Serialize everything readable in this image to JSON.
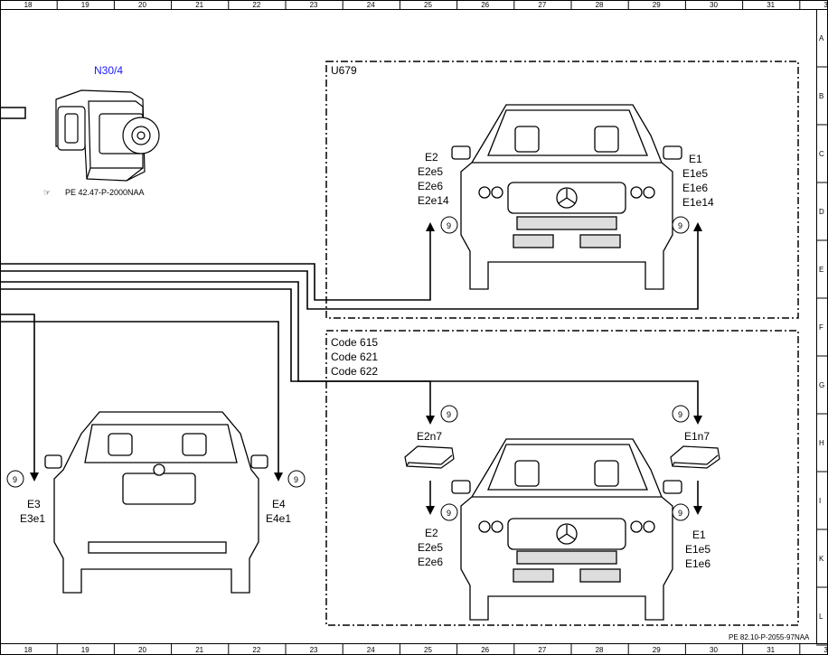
{
  "columns": [
    "18",
    "19",
    "20",
    "21",
    "22",
    "23",
    "24",
    "25",
    "26",
    "27",
    "28",
    "29",
    "30",
    "31",
    "32"
  ],
  "rows": [
    "A",
    "B",
    "C",
    "D",
    "E",
    "F",
    "G",
    "H",
    "I",
    "K",
    "L"
  ],
  "component": {
    "id": "N30/4",
    "ref_text": "PE 42.47-P-2000NAA"
  },
  "box_upper": {
    "label": "U679"
  },
  "box_lower": {
    "labels": [
      "Code 615",
      "Code 621",
      "Code 622"
    ]
  },
  "connector_number": "9",
  "upper_left_group": [
    "E2",
    "E2e5",
    "E2e6",
    "E2e14"
  ],
  "upper_right_group": [
    "E1",
    "E1e5",
    "E1e6",
    "E1e14"
  ],
  "rear_left_group": [
    "E3",
    "E3e1"
  ],
  "rear_right_group": [
    "E4",
    "E4e1"
  ],
  "lower_left_module": "E2n7",
  "lower_right_module": "E1n7",
  "lower_left_group": [
    "E2",
    "E2e5",
    "E2e6"
  ],
  "lower_right_group": [
    "E1",
    "E1e5",
    "E1e6"
  ],
  "document_ref": "PE 82.10-P-2055-97NAA"
}
